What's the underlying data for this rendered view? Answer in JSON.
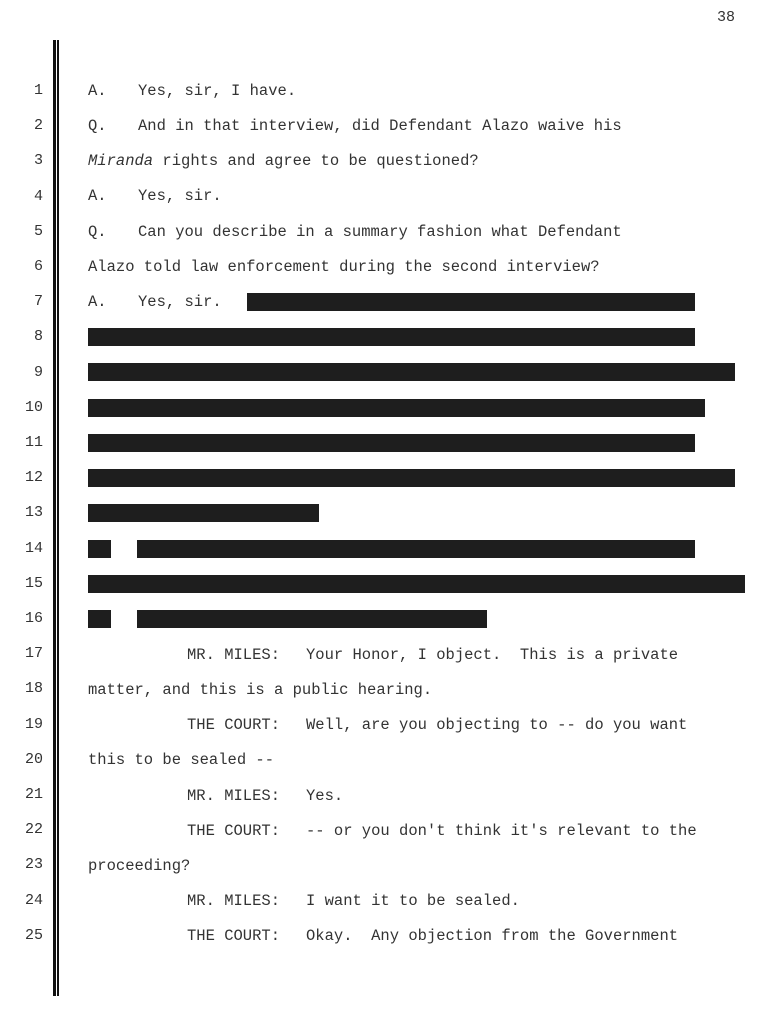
{
  "page_number": "38",
  "line_numbers": [
    "1",
    "2",
    "3",
    "4",
    "5",
    "6",
    "7",
    "8",
    "9",
    "10",
    "11",
    "12",
    "13",
    "14",
    "15",
    "16",
    "17",
    "18",
    "19",
    "20",
    "21",
    "22",
    "23",
    "24",
    "25"
  ],
  "lines": {
    "l1": {
      "label": "A.",
      "text": "Yes, sir, I have."
    },
    "l2": {
      "label": "Q.",
      "text": "And in that interview, did Defendant Alazo waive his"
    },
    "l3": {
      "italic": "Miranda",
      "text": " rights and agree to be questioned?"
    },
    "l4": {
      "label": "A.",
      "text": "Yes, sir."
    },
    "l5": {
      "label": "Q.",
      "text": "Can you describe in a summary fashion what Defendant"
    },
    "l6": {
      "text": "Alazo told law enforcement during the second interview?"
    },
    "l7": {
      "label": "A.",
      "text": "Yes, sir."
    },
    "l17": {
      "speaker": "MR. MILES:",
      "text": "Your Honor, I object.  This is a private"
    },
    "l18": {
      "text": "matter, and this is a public hearing."
    },
    "l19": {
      "speaker": "THE COURT:",
      "text": "Well, are you objecting to -- do you want"
    },
    "l20": {
      "text": "this to be sealed --"
    },
    "l21": {
      "speaker": "MR. MILES:",
      "text": "Yes."
    },
    "l22": {
      "speaker": "THE COURT:",
      "text": "-- or you don't think it's relevant to the"
    },
    "l23": {
      "text": "proceeding?"
    },
    "l24": {
      "speaker": "MR. MILES:",
      "text": "I want it to be sealed."
    },
    "l25": {
      "speaker": "THE COURT:",
      "text": "Okay.  Any objection from the Government"
    }
  }
}
